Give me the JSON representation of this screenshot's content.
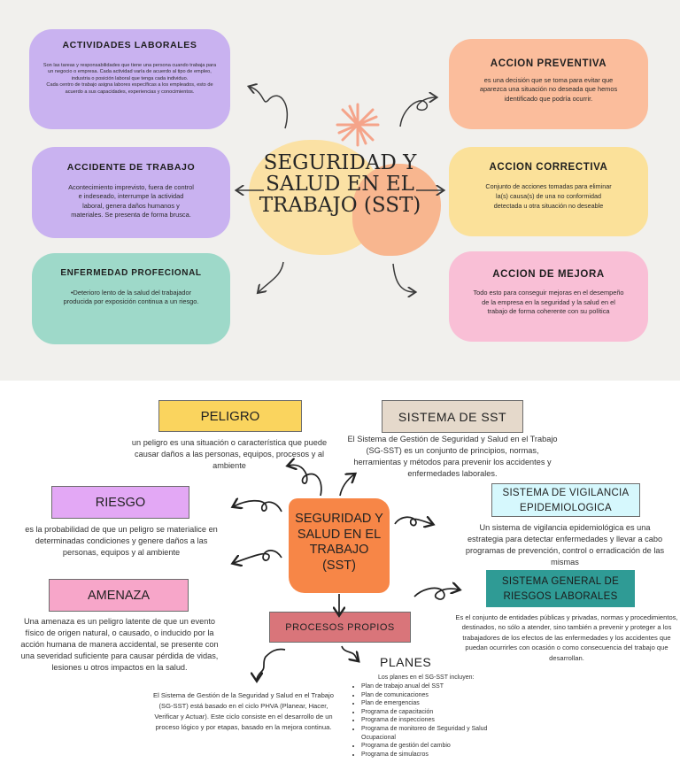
{
  "top": {
    "title": "SEGURIDAD Y SALUD EN EL TRABAJO (SST)",
    "cards": [
      {
        "title": "ACTIVIDADES LABORALES",
        "text": "Son las tareas y responsabilidades que tiene una persona cuando trabaja para un negocio o empresa. Cada actividad varía de acuerdo al tipo de empleo, industria o posición laboral que tenga cada individuo.\nCada centro de trabajo asigna labores específicas a los empleados, esto de acuerdo a sus capacidades, experiencias y conocimientos.",
        "color": "#c9b2f0"
      },
      {
        "title": "ACCIDENTE DE TRABAJO",
        "text": "Acontecimiento imprevisto, fuera de control e indeseado, interrumpe la actividad laboral, genera daños humanos y materiales. Se presenta de forma brusca.",
        "color": "#c9b2f0"
      },
      {
        "title": "ENFERMEDAD PROFECIONAL",
        "text": "•Deterioro lento de la salud del trabajador producida por exposición continua a un riesgo.",
        "color": "#9ed9c9"
      },
      {
        "title": "ACCION PREVENTIVA",
        "text": "es una decisión que se toma para evitar que aparezca una situación no deseada que hemos identificado que podría ocurrir.",
        "color": "#fbbd9c"
      },
      {
        "title": "ACCION CORRECTIVA",
        "text": "Conjunto de acciones tomadas para eliminar la(s) causa(s) de una no conformidad detectada u otra situación no deseable",
        "color": "#fbe19a"
      },
      {
        "title": "ACCION DE MEJORA",
        "text": "Todo esto para conseguir mejoras en el desempeño de la empresa en la seguridad y la salud en el trabajo de forma coherente con su política",
        "color": "#f9bfd6"
      }
    ]
  },
  "bottom": {
    "center": "SEGURIDAD Y SALUD EN EL TRABAJO (SST)",
    "peligro": {
      "label": "PELIGRO",
      "text": "un peligro es una situación o característica que puede causar daños a las personas, equipos, procesos y al ambiente"
    },
    "riesgo": {
      "label": "RIESGO",
      "text": "es la probabilidad de que un peligro se materialice en determinadas condiciones y genere daños a las personas, equipos y al ambiente"
    },
    "amenaza": {
      "label": "AMENAZA",
      "text": "Una amenaza es un peligro latente de que un evento físico de origen natural, o causado, o inducido por la acción humana de manera accidental, se presente con una severidad suficiente para causar pérdida de vidas, lesiones u otros impactos en la salud."
    },
    "sistema_sst": {
      "label": "SISTEMA DE SST",
      "text": "El Sistema de Gestión de Seguridad y Salud en el Trabajo (SG-SST) es un conjunto de principios, normas, herramientas y métodos para prevenir los accidentes y enfermedades laborales."
    },
    "vigilancia": {
      "label": "SISTEMA DE VIGILANCIA EPIDEMIOLOGICA",
      "text": "Un sistema de vigilancia epidemiológica es una estrategia para detectar enfermedades y llevar a cabo programas de prevención, control o erradicación de las mismas"
    },
    "general": {
      "label": "SISTEMA GENERAL DE RIESGOS LABORALES",
      "text": "Es el conjunto de entidades públicas y privadas, normas y procedimientos, destinados, no sólo a atender, sino también a prevenir y proteger a los trabajadores de los efectos de las enfermedades y los accidentes que puedan ocurrirles con ocasión o como consecuencia del trabajo que desarrollan."
    },
    "procesos": {
      "label": "PROCESOS PROPIOS",
      "text": "El Sistema de Gestión de la Seguridad y Salud en el Trabajo (SG-SST) está basado en el ciclo PHVA (Planear, Hacer, Verificar y Actuar). Este ciclo consiste en el desarrollo de un proceso lógico y por etapas, basado en la mejora continua."
    },
    "planes": {
      "title": "PLANES",
      "intro": "Los planes en el SG-SST incluyen:",
      "items": [
        "Plan de trabajo anual del SST",
        "Plan de comunicaciones",
        "Plan de emergencias",
        "Programa de capacitación",
        "Programa de inspecciones",
        "Programa de monitoreo de Seguridad y Salud Ocupacional",
        "Programa de gestión del cambio",
        "Programa de simulacros"
      ]
    }
  },
  "colors": {
    "peligro": "#fad45e",
    "riesgo": "#e3a8f5",
    "amenaza": "#f7a6c9",
    "sistema_sst": "#e5d9cb",
    "vigilancia": "#d6f8fd",
    "general": "#2f9b95",
    "procesos": "#d9757a",
    "center": "#f78647"
  }
}
